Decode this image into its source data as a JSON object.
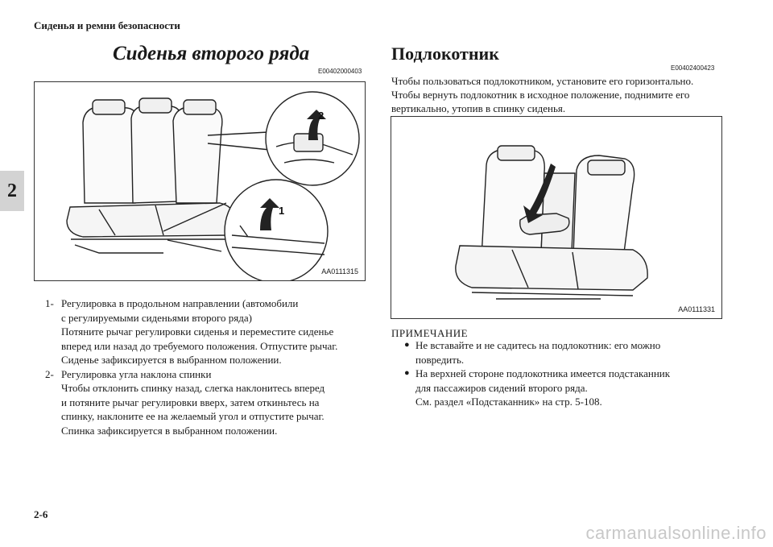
{
  "header": {
    "section_title": "Сиденья и ремни безопасности"
  },
  "chapter_tab": "2",
  "page_number": "2-6",
  "left": {
    "title": "Сиденья второго ряда",
    "code": "E00402000403",
    "figure_code": "AA0111315",
    "callout_labels": [
      "2",
      "1"
    ],
    "items": [
      {
        "num": "1-",
        "lines": [
          "Регулировка в продольном направлении (автомобили",
          "с регулируемыми сиденьями второго ряда)",
          "Потяните рычаг регулировки сиденья и переместите сиденье",
          "вперед или назад до требуемого положения. Отпустите рычаг.",
          "Сиденье зафиксируется в выбранном положении."
        ]
      },
      {
        "num": "2-",
        "lines": [
          "Регулировка угла наклона спинки",
          "Чтобы отклонить спинку назад, слегка наклонитесь вперед",
          "и потяните рычаг регулировки вверх, затем откиньтесь на",
          "спинку, наклоните ее на желаемый угол и отпустите рычаг.",
          "Спинка зафиксируется в выбранном положении."
        ]
      }
    ]
  },
  "right": {
    "title": "Подлокотник",
    "code": "E00402400423",
    "intro": [
      "Чтобы пользоваться подлокотником, установите его горизонтально.",
      "Чтобы вернуть подлокотник в исходное положение, поднимите его",
      "вертикально, утопив в спинку сиденья."
    ],
    "figure_code": "AA0111331",
    "note_heading": "ПРИМЕЧАНИЕ",
    "notes": [
      {
        "lines": [
          "Не вставайте и не садитесь на подлокотник: его можно",
          "повредить."
        ]
      },
      {
        "lines": [
          "На верхней стороне подлокотника имеется подстаканник",
          "для пассажиров сидений второго ряда.",
          "См. раздел «Подстаканник» на стр. 5-108."
        ]
      }
    ]
  },
  "watermark": "carmanualsonline.info"
}
